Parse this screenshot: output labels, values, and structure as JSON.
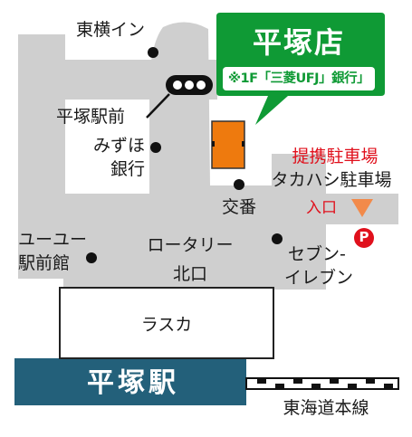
{
  "store": {
    "name": "平塚店",
    "floor_note": "※1F「三菱UFJ」銀行」"
  },
  "labels": {
    "toyoko_inn": "東横イン",
    "hiratsuka_ekimae": "平塚駅前",
    "mizuho_line1": "みずほ",
    "mizuho_line2": "銀行",
    "koban": "交番",
    "teikei_parking": "提携駐車場",
    "takahashi_parking": "タカハシ駐車場",
    "entrance": "入口",
    "parking_symbol": "P",
    "yuyu_line1": "ユーユー",
    "yuyu_line2": "駅前館",
    "rotary": "ロータリー",
    "kitaguchi": "北口",
    "seven_line1": "セブン-",
    "seven_line2": "イレブン",
    "rasuka": "ラスカ",
    "station": "平塚駅",
    "railway_line": "東海道本線"
  },
  "colors": {
    "road": "#cfcfcf",
    "store_green": "#0f9a35",
    "building_orange": "#ee7a0e",
    "station_blue": "#23607a",
    "label_red": "#e0101c",
    "entrance_triangle": "#f28a4a",
    "parking_red": "#e0101c"
  }
}
